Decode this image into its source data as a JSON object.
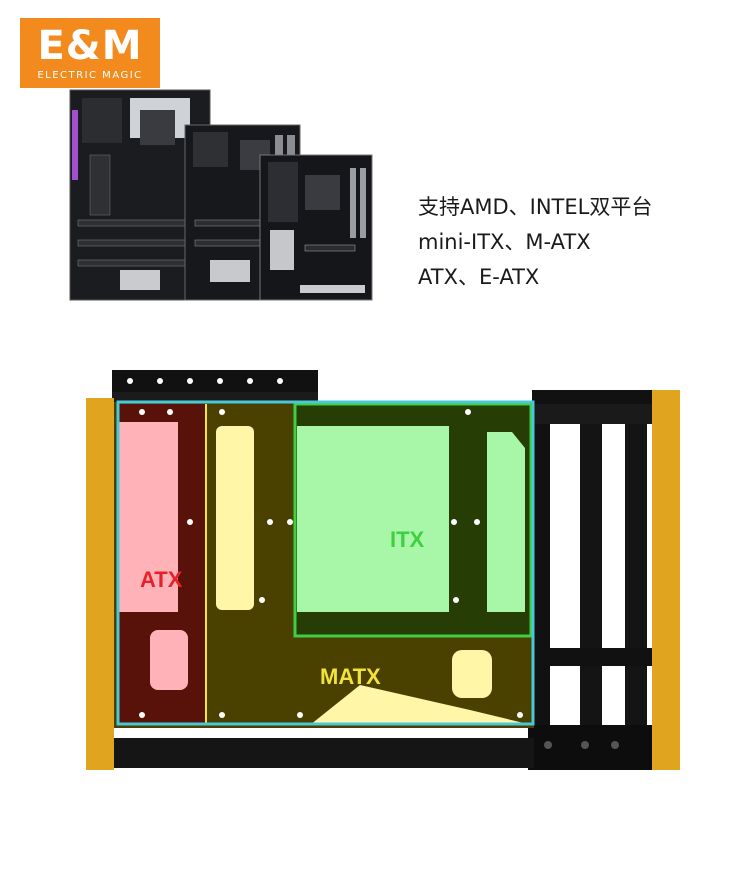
{
  "logo": {
    "mark": "E&M",
    "text": "ELECTRIC MAGIC",
    "color": "#f28a1e"
  },
  "spec": {
    "lines": [
      "支持AMD、INTEL双平台",
      "mini-ITX、M-ATX",
      "ATX、E-ATX"
    ]
  },
  "zones": {
    "atx": {
      "label": "ATX",
      "color": "#e8202a",
      "fill": "#ffb3b8"
    },
    "matx": {
      "label": "MATX",
      "color": "#f2e23a",
      "fill": "#fff6a8"
    },
    "itx": {
      "label": "ITX",
      "color": "#3fcf3f",
      "fill": "#a8f7a8"
    },
    "eatx_outline_color": "#49c8d8"
  },
  "frame": {
    "rail_color": "#e0a41e",
    "steel_color": "#111111"
  }
}
